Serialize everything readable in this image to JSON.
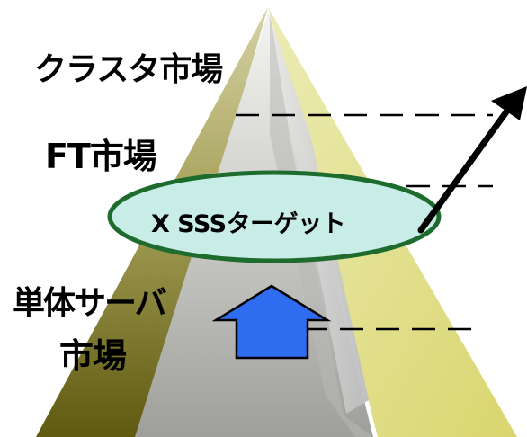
{
  "labels": {
    "cluster_market": "クラスタ市場",
    "ft_market": "FT市場",
    "single_server_line1": "単体サーバ",
    "single_server_line2": "市場",
    "target": "X SSSターゲット"
  },
  "colors": {
    "pyramid_front_light": "#f2f2ee",
    "pyramid_front_dark": "#a8a8a4",
    "pyramid_left_top": "#c8c48a",
    "pyramid_left_bottom": "#6e6a18",
    "pyramid_right": "#e6e298",
    "pyramid_right_edge": "#d8d8d8",
    "ellipse_fill": "#c8ece6",
    "ellipse_stroke": "#1e6b2e",
    "up_arrow_fill": "#2f6df0",
    "dashed_line": "#000000",
    "growth_arrow": "#000000"
  },
  "icons": {
    "up_arrow": "up-arrow-icon",
    "growth_arrow": "diagonal-growth-arrow-icon"
  }
}
